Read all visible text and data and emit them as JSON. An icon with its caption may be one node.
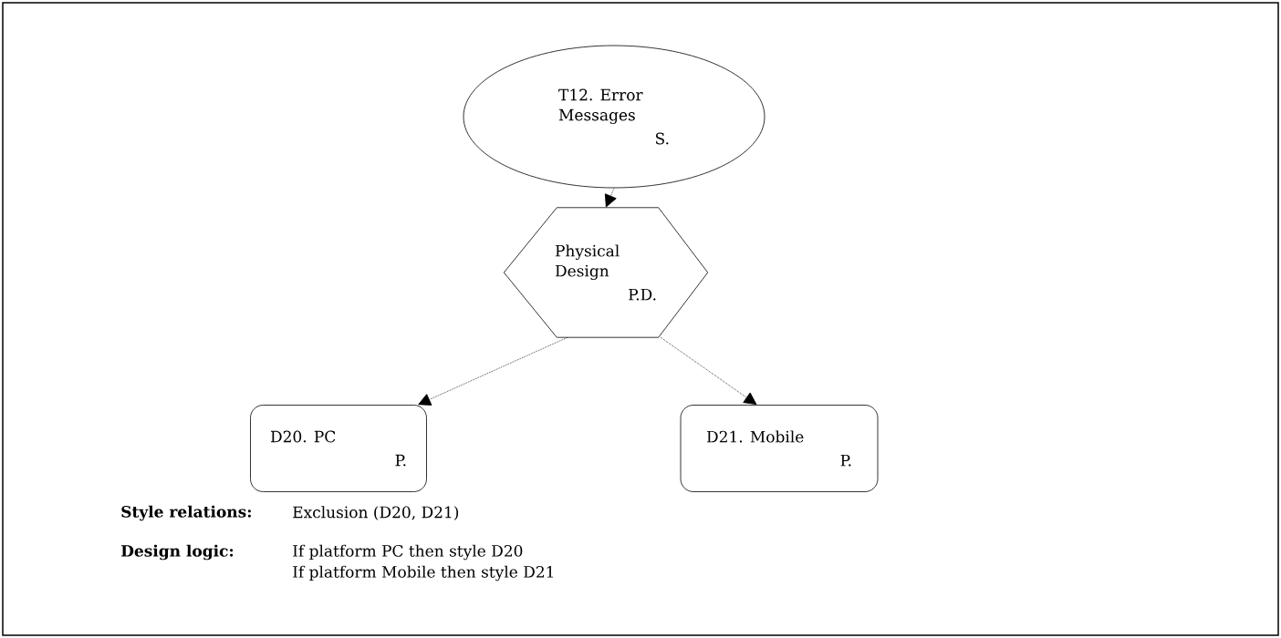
{
  "diagram": {
    "nodes": [
      {
        "text": [
          "T12. Error Messages",
          "S."
        ]
      },
      {
        "text": [
          "Physical Design",
          "P.D."
        ]
      },
      {
        "text": [
          "D20. PC",
          "P."
        ]
      },
      {
        "text": [
          "D21. Mobile",
          "P."
        ]
      }
    ],
    "edges": [
      {
        "from": 0,
        "to": 1,
        "arrow": "to",
        "style": "dashed"
      },
      {
        "from": 1,
        "to": 2,
        "arrow": "to",
        "style": "dashed"
      },
      {
        "from": 1,
        "to": 3,
        "arrow": "to",
        "style": "dashed"
      }
    ],
    "labels": [
      "Style relations:",
      "Exclusion (D20, D21)",
      "Design logic:",
      "If platform PC then style D20",
      "If platform Mobile then style D21"
    ]
  }
}
